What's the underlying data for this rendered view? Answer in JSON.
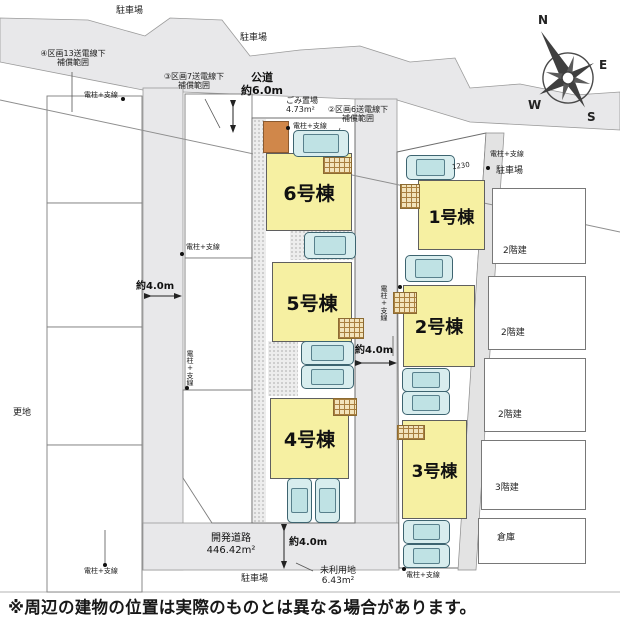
{
  "disclaimer": "※周辺の建物の位置は実際のものとは異なる場合があります。",
  "compass": {
    "north": "N",
    "east": "E",
    "south": "S",
    "west": "W"
  },
  "roads": {
    "public_road_name": "公道",
    "public_road_width": "約6.0m",
    "dev_road_name": "開発道路",
    "dev_road_area": "446.42m²",
    "width_left": "約4.0m",
    "width_center": "約4.0m",
    "width_bottom": "約4.0m"
  },
  "easements": [
    {
      "line1": "④区画13送電線下",
      "line2": "補償範囲"
    },
    {
      "line1": "③区画7送電線下",
      "line2": "補償範囲"
    },
    {
      "line1": "②区画6送電線下",
      "line2": "補償範囲"
    }
  ],
  "buildings": {
    "b1": "1号棟",
    "b2": "2号棟",
    "b3": "3号棟",
    "b4": "4号棟",
    "b5": "5号棟",
    "b6": "6号棟"
  },
  "labels": {
    "parking": "駐車場",
    "pole": "電柱+支線",
    "vacant": "更地",
    "garbage_name": "ごみ置場",
    "garbage_area": "4.73m²",
    "unused_name": "未利用地",
    "unused_area": "6.43m²",
    "dim_1230": "1230"
  },
  "neighbors": [
    "2階建",
    "2階建",
    "2階建",
    "3階建",
    "倉庫"
  ],
  "colors": {
    "road": "#e8e8ea",
    "building": "#f6f0a2",
    "car": "#d8edee",
    "garbage": "#d0874a"
  }
}
